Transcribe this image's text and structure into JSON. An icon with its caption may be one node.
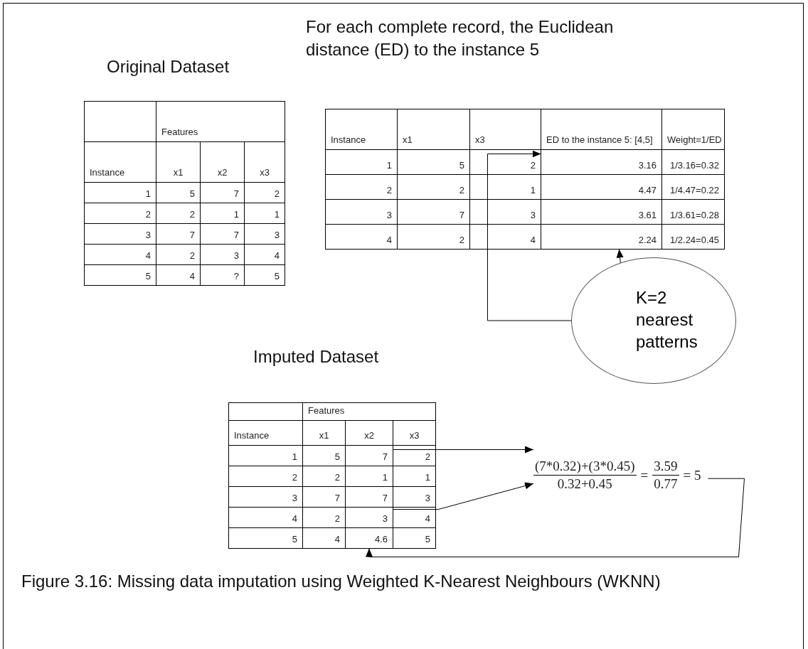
{
  "diagram": {
    "caption": "Figure 3.16: Missing data imputation using Weighted K-Nearest Neighbours (WKNN)",
    "nodes": [
      {
        "text": [
          "K=2 nearest patterns"
        ]
      },
      {
        "text": [
          "3.16"
        ]
      },
      {
        "text": [
          "2.24"
        ]
      },
      {
        "text": [
          "7"
        ]
      },
      {
        "text": [
          "3"
        ]
      },
      {
        "text": [
          "4.6"
        ]
      },
      {
        "text": [
          "(7*0.32)+(3*0.45)",
          "0.32+0.45",
          "=",
          "3.59",
          "0.77",
          "= 5"
        ]
      }
    ],
    "edges": [
      {
        "from": 0,
        "to": 1,
        "arrow": "to"
      },
      {
        "from": 0,
        "to": 2,
        "arrow": "to"
      },
      {
        "from": 3,
        "to": 6,
        "arrow": "to"
      },
      {
        "from": 4,
        "to": 6,
        "arrow": "to"
      },
      {
        "from": 6,
        "to": 5,
        "arrow": "to"
      }
    ],
    "labels": [
      "Original Dataset",
      "For each complete record, the Euclidean distance (ED) to the instance 5",
      "Features",
      "Instance",
      "x1",
      "x2",
      "x3",
      "1",
      "5",
      "7",
      "2",
      "2",
      "2",
      "1",
      "1",
      "3",
      "7",
      "7",
      "3",
      "4",
      "2",
      "3",
      "4",
      "5",
      "4",
      "?",
      "5",
      "Instance",
      "x1",
      "x3",
      "ED to the instance 5: [4,5]",
      "Weight=1/ED",
      "1",
      "5",
      "2",
      "1/3.16=0.32",
      "2",
      "2",
      "1",
      "4.47",
      "1/4.47=0.22",
      "3",
      "7",
      "3",
      "3.61",
      "1/3.61=0.28",
      "4",
      "2",
      "4",
      "1/2.24=0.45",
      "Imputed Dataset",
      "Features",
      "Instance",
      "x1",
      "x2",
      "x3",
      "1",
      "5",
      "2",
      "2",
      "2",
      "1",
      "1",
      "3",
      "7",
      "7",
      "3",
      "4",
      "2",
      "4",
      "5",
      "4",
      "5"
    ]
  }
}
